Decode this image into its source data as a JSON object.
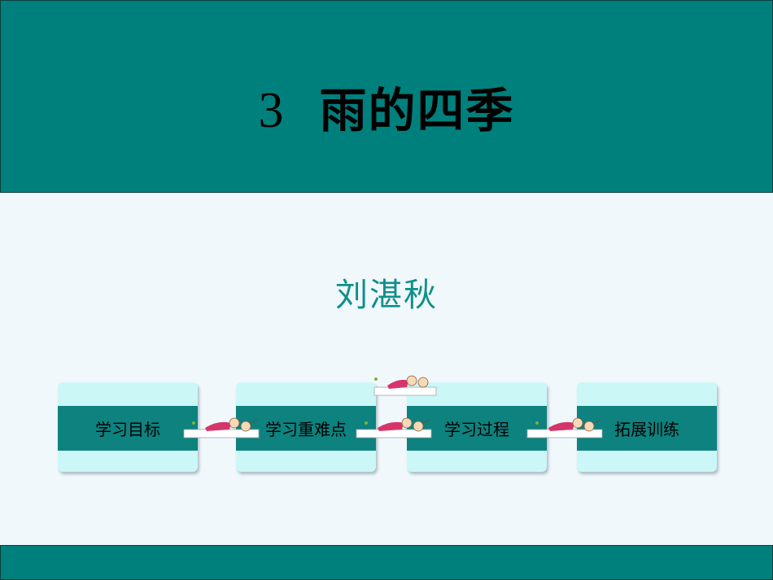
{
  "slide": {
    "lesson_number": "3",
    "title": "雨的四季",
    "author": "刘湛秋"
  },
  "nav": {
    "items": [
      {
        "label": "学习目标"
      },
      {
        "label": "学习重难点"
      },
      {
        "label": "学习过程"
      },
      {
        "label": "拓展训练"
      }
    ]
  },
  "colors": {
    "band": "#00807d",
    "background": "#f0f8fc",
    "author_text": "#0f8f8a",
    "card": "#ccf7f7",
    "card_strip": "#0d827f"
  },
  "icons": [
    "kids-illustration-icon"
  ]
}
